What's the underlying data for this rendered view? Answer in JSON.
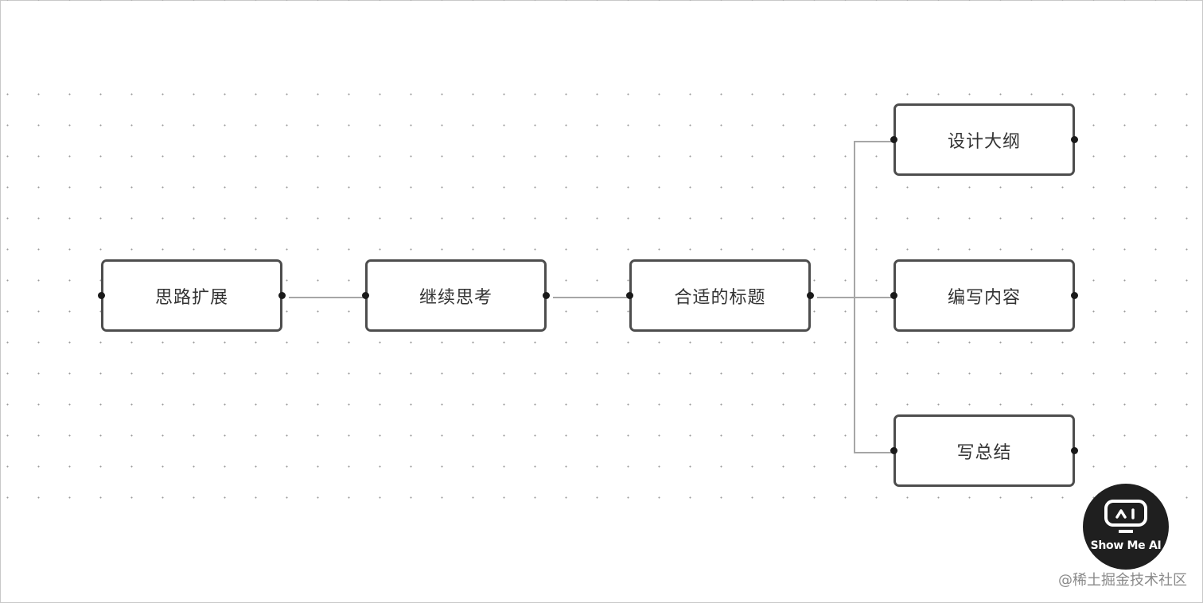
{
  "nodes": [
    {
      "id": "n1",
      "label": "思路扩展"
    },
    {
      "id": "n2",
      "label": "继续思考"
    },
    {
      "id": "n3",
      "label": "合适的标题"
    },
    {
      "id": "n4",
      "label": "设计大纲"
    },
    {
      "id": "n5",
      "label": "编写内容"
    },
    {
      "id": "n6",
      "label": "写总结"
    }
  ],
  "edges": [
    {
      "from": "n1",
      "to": "n2"
    },
    {
      "from": "n2",
      "to": "n3"
    },
    {
      "from": "n3",
      "to": "n4"
    },
    {
      "from": "n3",
      "to": "n5"
    },
    {
      "from": "n3",
      "to": "n6"
    }
  ],
  "badge": {
    "text": "Show Me AI",
    "icon": "robot-face-icon"
  },
  "watermark": "@稀土掘金技术社区",
  "colors": {
    "node_border": "#4d4d4d",
    "edge": "#a6a6a6",
    "port": "#1a1a1a",
    "badge_bg": "#1f1f1f",
    "grid_dot": "#9a9a9a"
  }
}
